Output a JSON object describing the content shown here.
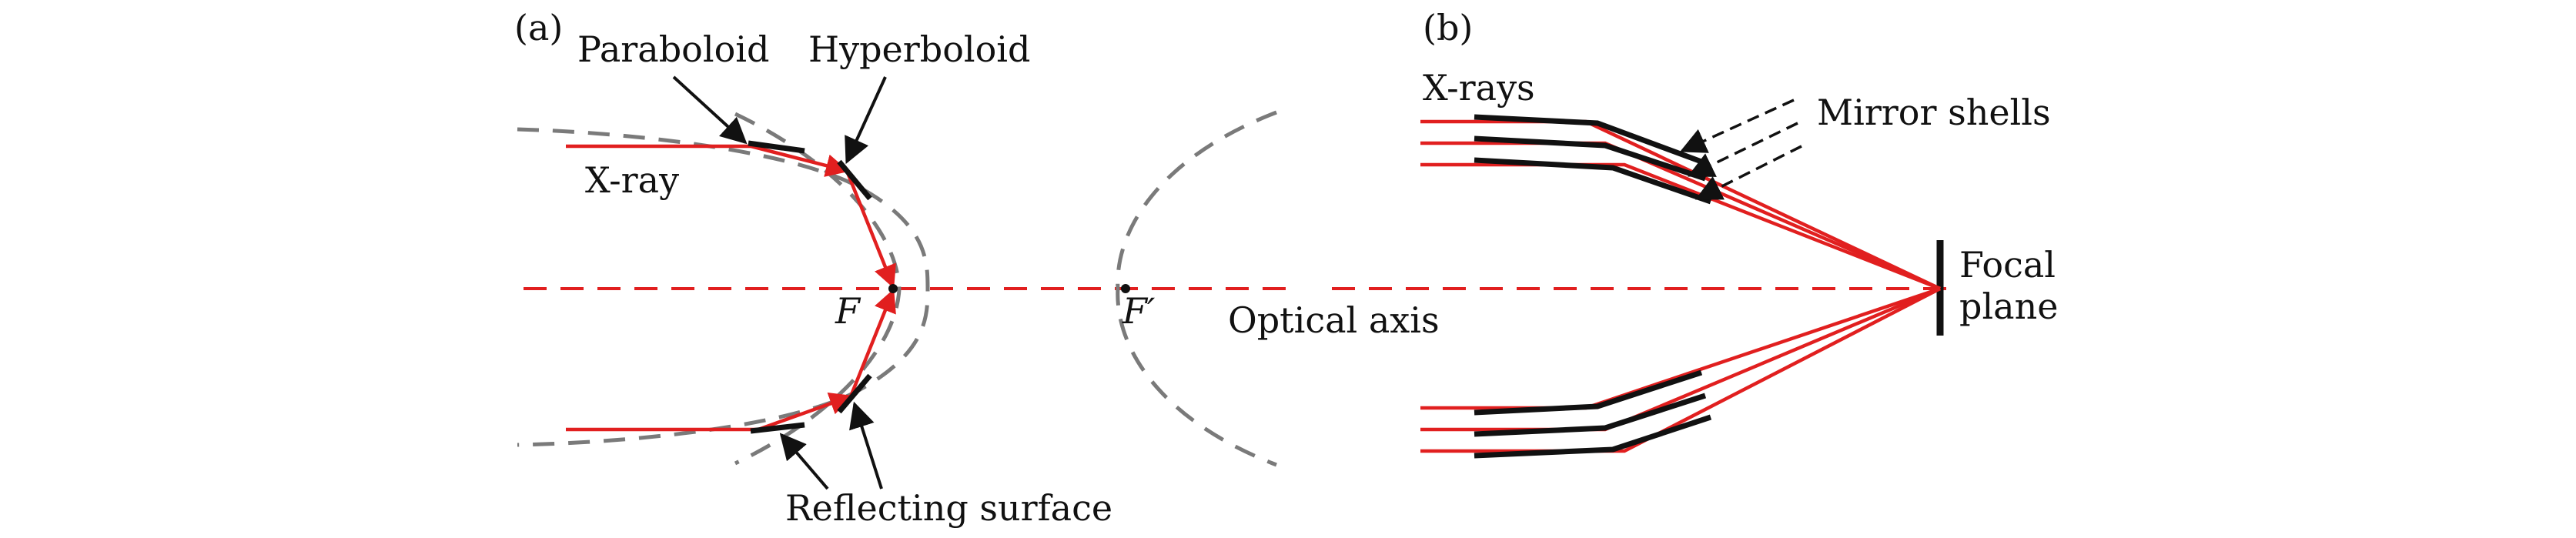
{
  "colors": {
    "ray": "#e11f1f",
    "curve": "#7a7a7a",
    "ink": "#111111",
    "background": "#ffffff"
  },
  "panel_a": {
    "tag": "(a)",
    "paraboloid_label": "Paraboloid",
    "hyperboloid_label": "Hyperboloid",
    "xray_label": "X-ray",
    "focus_label": "F",
    "focus_prime_label": "F′",
    "optical_axis_label": "Optical axis",
    "reflecting_surface_label": "Reflecting surface"
  },
  "panel_b": {
    "tag": "(b)",
    "xrays_label": "X-rays",
    "mirror_shells_label": "Mirror shells",
    "focal_label_line1": "Focal",
    "focal_label_line2": "plane"
  }
}
